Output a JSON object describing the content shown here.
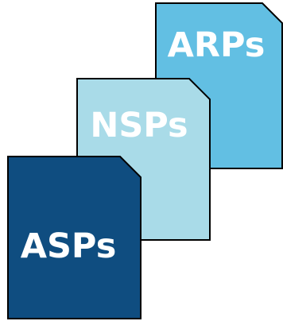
{
  "documents": [
    {
      "id": "arps",
      "label": "ARPs",
      "fill": "#62bfe3"
    },
    {
      "id": "nsps",
      "label": "NSPs",
      "fill": "#a9dbe8"
    },
    {
      "id": "asps",
      "label": "ASPs",
      "fill": "#0f4d80"
    }
  ],
  "stroke_color": "#000000"
}
